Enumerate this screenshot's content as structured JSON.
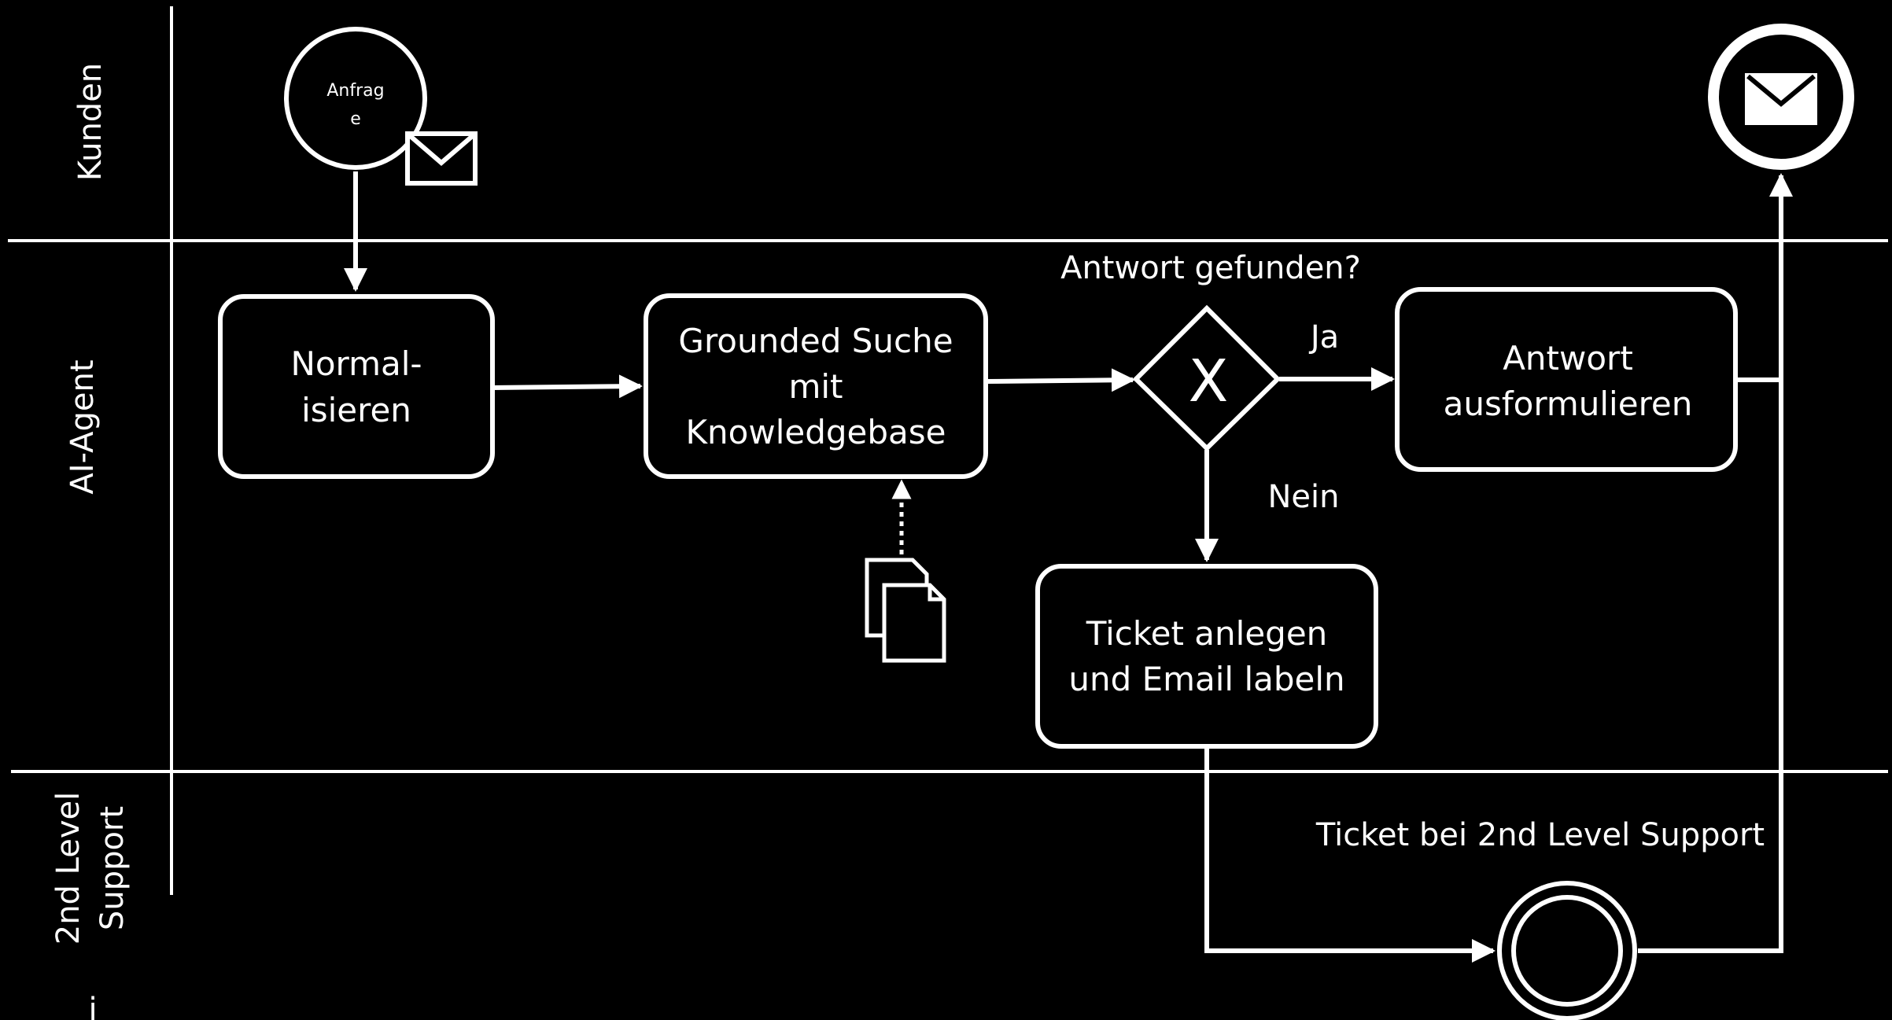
{
  "lanes": [
    {
      "id": "kunden",
      "label": "Kunden"
    },
    {
      "id": "ai-agent",
      "label": "AI-Agent"
    },
    {
      "id": "second-level",
      "label_lines": [
        "2nd Level",
        "Support"
      ]
    }
  ],
  "start_event": {
    "label_lines": [
      "Anfrag",
      "e"
    ],
    "icon": "envelope-icon"
  },
  "tasks": {
    "normalisieren": [
      "Normal-",
      "isieren"
    ],
    "grounded_suche": [
      "Grounded Suche",
      "mit",
      "Knowledgebase"
    ],
    "antwort_ausformulieren": [
      "Antwort",
      "ausformulieren"
    ],
    "ticket_anlegen": [
      "Ticket anlegen",
      "und Email labeln"
    ]
  },
  "gateway": {
    "question": "Antwort gefunden?",
    "symbol": "X"
  },
  "edge_labels": {
    "yes": "Ja",
    "no": "Nein"
  },
  "intermediate_event": {
    "label": "Ticket bei 2nd Level Support"
  },
  "end_event": {
    "icon": "envelope-icon"
  },
  "data_object": {
    "icon": "documents-icon"
  },
  "colors": {
    "background": "#000000",
    "foreground": "#ffffff"
  }
}
